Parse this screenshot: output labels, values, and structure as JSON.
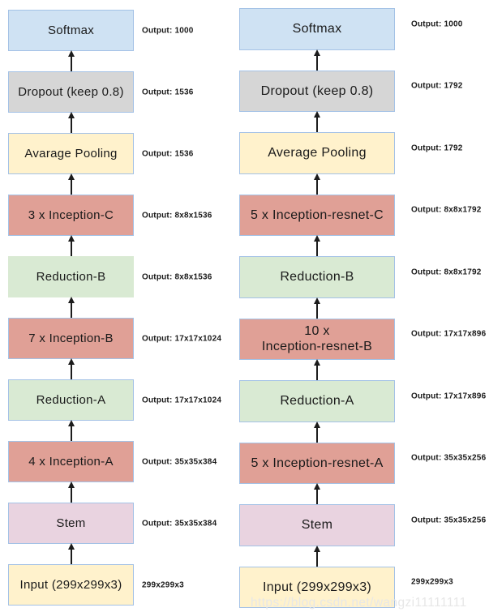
{
  "watermark": "https://blog.csdn.net/wangzi11111111",
  "palette": {
    "blue": "#cfe2f3",
    "gray": "#d6d6d6",
    "yellow": "#fff2cc",
    "red": "#e0a096",
    "green": "#d9ead3",
    "pink": "#e9d3e0",
    "border": "#a4c2e6",
    "arrow": "#1c1c1c",
    "watermark": "#e7e7e7"
  },
  "columns": [
    {
      "side": "left",
      "blocks": [
        {
          "label": "Softmax",
          "color": "blue",
          "output": "Output: 1000",
          "border": true
        },
        {
          "label": "Dropout (keep 0.8)",
          "color": "gray",
          "output": "Output: 1536",
          "border": true
        },
        {
          "label": "Avarage Pooling",
          "color": "yellow",
          "output": "Output: 1536",
          "border": true
        },
        {
          "label": "3 x Inception-C",
          "color": "red",
          "output": "Output: 8x8x1536",
          "border": true
        },
        {
          "label": "Reduction-B",
          "color": "green",
          "output": "Output: 8x8x1536",
          "border": false
        },
        {
          "label": "7 x Inception-B",
          "color": "red",
          "output": "Output: 17x17x1024",
          "border": true
        },
        {
          "label": "Reduction-A",
          "color": "green",
          "output": "Output: 17x17x1024",
          "border": true
        },
        {
          "label": "4 x Inception-A",
          "color": "red",
          "output": "Output: 35x35x384",
          "border": true
        },
        {
          "label": "Stem",
          "color": "pink",
          "output": "Output: 35x35x384",
          "border": true
        },
        {
          "label": "Input (299x299x3)",
          "color": "yellow",
          "output": "299x299x3",
          "border": true
        }
      ]
    },
    {
      "side": "right",
      "blocks": [
        {
          "label": "Softmax",
          "color": "blue",
          "output": "Output: 1000",
          "border": true
        },
        {
          "label": "Dropout (keep 0.8)",
          "color": "gray",
          "output": "Output: 1792",
          "border": true
        },
        {
          "label": "Average Pooling",
          "color": "yellow",
          "output": "Output: 1792",
          "border": true
        },
        {
          "label": "5 x Inception-resnet-C",
          "color": "red",
          "output": "Output: 8x8x1792",
          "border": true
        },
        {
          "label": "Reduction-B",
          "color": "green",
          "output": "Output: 8x8x1792",
          "border": true
        },
        {
          "label": "10 x\nInception-resnet-B",
          "color": "red",
          "output": "Output: 17x17x896",
          "border": true
        },
        {
          "label": "Reduction-A",
          "color": "green",
          "output": "Output: 17x17x896",
          "border": true
        },
        {
          "label": "5 x Inception-resnet-A",
          "color": "red",
          "output": "Output: 35x35x256",
          "border": true
        },
        {
          "label": "Stem",
          "color": "pink",
          "output": "Output: 35x35x256",
          "border": true
        },
        {
          "label": "Input (299x299x3)",
          "color": "yellow",
          "output": "299x299x3",
          "border": true
        }
      ]
    }
  ]
}
